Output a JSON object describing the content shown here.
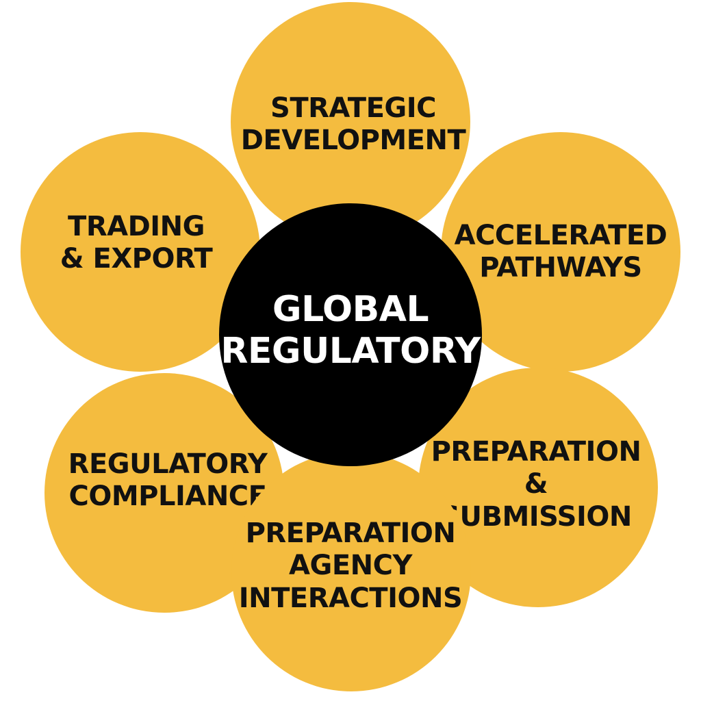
{
  "colors": {
    "petal_fill": "#F4BC3F",
    "center_fill": "#000000",
    "petal_text": "#111111",
    "center_text": "#FFFFFF",
    "background": "#FFFFFF"
  },
  "center": {
    "lines": [
      "GLOBAL",
      "REGULATORY"
    ]
  },
  "petals": [
    {
      "id": "strategic-development",
      "lines": [
        "STRATEGIC",
        "DEVELOPMENT"
      ]
    },
    {
      "id": "accelerated-pathways",
      "lines": [
        "ACCELERATED",
        "PATHWAYS"
      ]
    },
    {
      "id": "preparation-submission",
      "lines": [
        "PREPARATION",
        "&",
        "SUBMISSION"
      ]
    },
    {
      "id": "preparation-agency-interactions",
      "lines": [
        "PREPARATION",
        "AGENCY",
        "INTERACTIONS"
      ]
    },
    {
      "id": "regulatory-compliance",
      "lines": [
        "REGULATORY",
        "COMPLIANCE"
      ]
    },
    {
      "id": "trading-export",
      "lines": [
        "TRADING",
        "& EXPORT"
      ]
    }
  ]
}
